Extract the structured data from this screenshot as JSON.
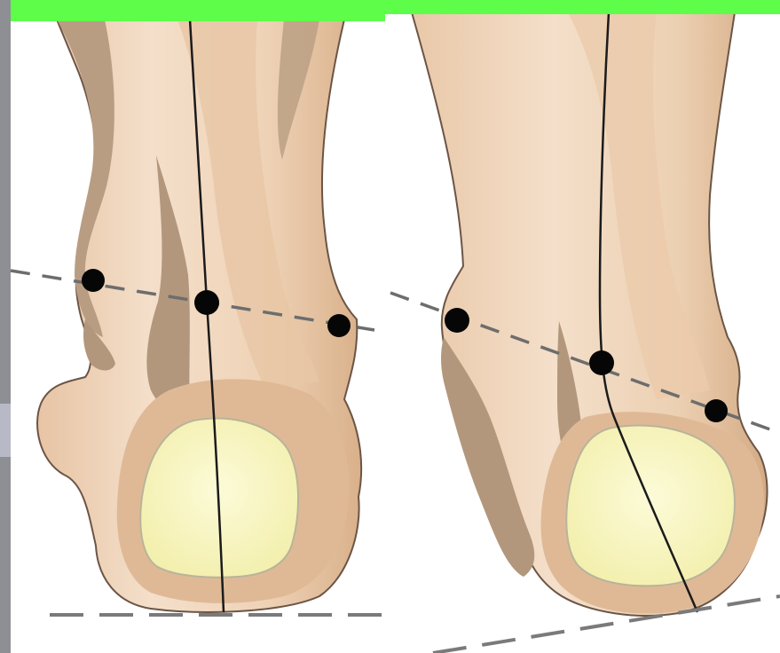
{
  "figure": {
    "panels": [
      {
        "id": "neutral",
        "calcaneus_line": "vertical",
        "marker_count": 3
      },
      {
        "id": "tilted",
        "calcaneus_line": "tilted",
        "marker_count": 3
      }
    ]
  },
  "colors": {
    "banner": "#5dfd4a",
    "skin_light": "#f3dcc6",
    "skin_mid": "#e7c4a4",
    "skin_dark": "#d3a982",
    "tendon_shadow": "#b2977c",
    "heel_pad": "#f9f7c2",
    "heel_pad_edge": "#b8b49a",
    "outline": "#5a4638",
    "axis_line": "#1b1b1b",
    "dashed_line": "#6d6d6d",
    "marker": "#060606",
    "left_border_strip": "#8e8f95"
  }
}
